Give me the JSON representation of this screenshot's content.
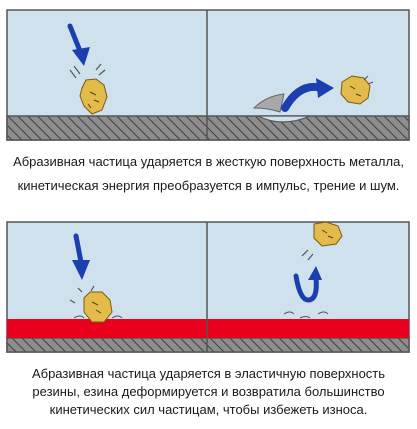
{
  "captions": {
    "top_line1": "Абразивная частица ударяется в жесткую поверхность металла,",
    "top_line2": "кинетическая энергия преобразуется в импульс, трение и шум.",
    "bottom_line1": "Абразивная частица ударяется в эластичную поверхность",
    "bottom_line2": "резины, езина деформируется и возвратила большинство",
    "bottom_line3": "кинетических сил частицам, чтобы избежеть износа."
  },
  "colors": {
    "panel_bg": "#cfe1ec",
    "frame": "#555555",
    "floor": "#8a8a8a",
    "rubber": "#e8001c",
    "arrow": "#1b3fae",
    "particle": "#e3bb4a",
    "spark": "#5a5a5a"
  }
}
